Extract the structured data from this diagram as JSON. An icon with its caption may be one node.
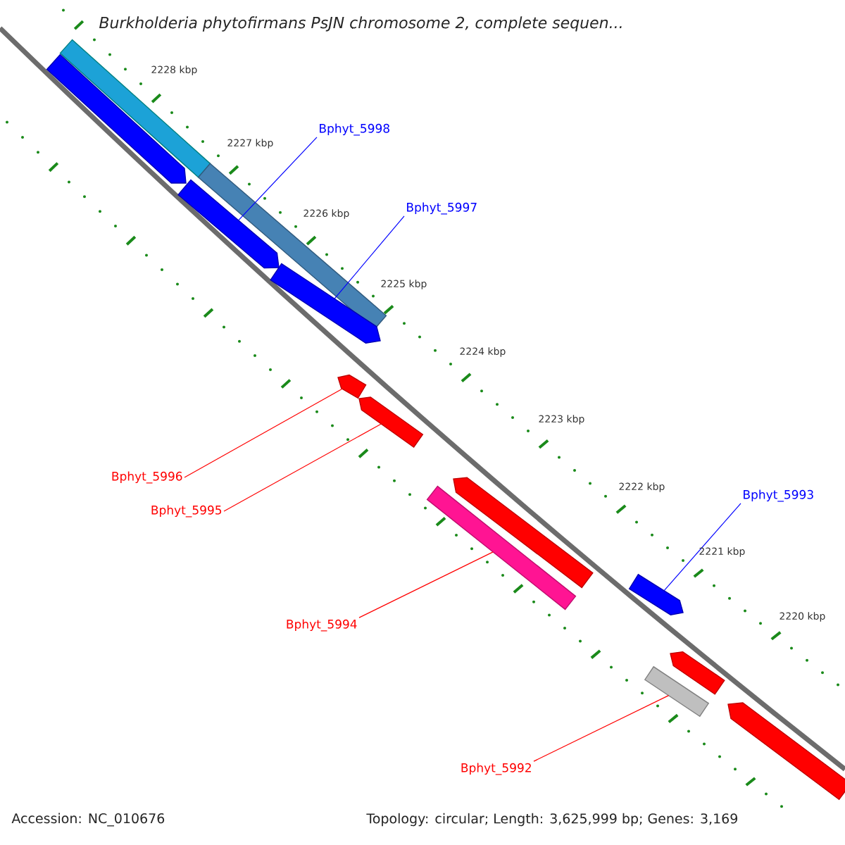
{
  "diagram": {
    "title": "Burkholderia phytofirmans PsJN chromosome 2, complete sequen...",
    "nodes": [
      {
        "text": [],
        "shape": "bar"
      },
      {
        "text": [],
        "shape": "bar"
      },
      {
        "text": [],
        "shape": "pentagon"
      },
      {
        "text": [],
        "shape": "pentagon"
      },
      {
        "text": [],
        "shape": "pentagon"
      },
      {
        "text": [],
        "shape": "pentagon"
      },
      {
        "text": [],
        "shape": "pentagon"
      },
      {
        "text": [],
        "shape": "pentagon"
      },
      {
        "text": [],
        "shape": "bar"
      },
      {
        "text": [],
        "shape": "pentagon"
      },
      {
        "text": [],
        "shape": "pentagon"
      },
      {
        "text": [],
        "shape": "bar"
      },
      {
        "text": [],
        "shape": "pentagon"
      },
      {
        "text": [
          "Bphyt_5998"
        ]
      },
      {
        "text": [
          "Bphyt_5997"
        ]
      },
      {
        "text": [
          "Bphyt_5996"
        ]
      },
      {
        "text": [
          "Bphyt_5995"
        ]
      },
      {
        "text": [
          "Bphyt_5994"
        ]
      },
      {
        "text": [
          "Bphyt_5993"
        ]
      },
      {
        "text": [
          "Bphyt_5992"
        ]
      }
    ],
    "edges": [
      {
        "from": 13,
        "to": 3,
        "arrow": "none",
        "color": "#0000ff"
      },
      {
        "from": 14,
        "to": 4,
        "arrow": "none",
        "color": "#0000ff"
      },
      {
        "from": 15,
        "to": 5,
        "arrow": "none"
      },
      {
        "from": 16,
        "to": 6,
        "arrow": "none"
      },
      {
        "from": 17,
        "to": 8,
        "arrow": "none"
      },
      {
        "from": 18,
        "to": 9,
        "arrow": "none",
        "color": "#0000ff"
      },
      {
        "from": 19,
        "to": 11,
        "arrow": "none"
      }
    ],
    "labels": [
      "2228 kbp",
      "2227 kbp",
      "2226 kbp",
      "2225 kbp",
      "2224 kbp",
      "2223 kbp",
      "2222 kbp",
      "2221 kbp",
      "2220 kbp",
      "Accession: NC_010676",
      "Topology: circular; Length: 3,625,999 bp; Genes: 3,169"
    ]
  }
}
